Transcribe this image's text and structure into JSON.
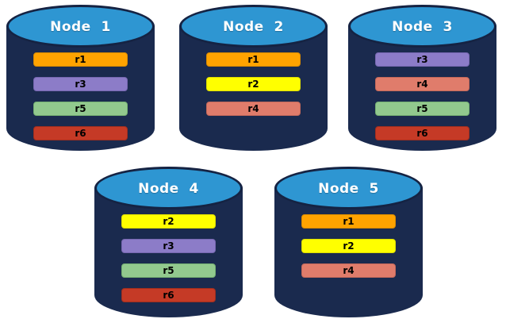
{
  "colors": {
    "background": "#FFFFFF",
    "cylinder_body": "#1A2A4E",
    "cylinder_top_fill": "#2E96D2",
    "cylinder_top_border": "#152343",
    "title_text": "#FFFFFF",
    "bar_text": "#000000"
  },
  "replicas": {
    "r1": {
      "label": "r1",
      "fill": "#FFA300",
      "border": "#D98A00"
    },
    "r2": {
      "label": "r2",
      "fill": "#FFFF00",
      "border": "#DDDD00"
    },
    "r3": {
      "label": "r3",
      "fill": "#8C7CC8",
      "border": "#7667B0"
    },
    "r4": {
      "label": "r4",
      "fill": "#E07C6B",
      "border": "#C2685A"
    },
    "r5": {
      "label": "r5",
      "fill": "#92C98E",
      "border": "#74AF72"
    },
    "r6": {
      "label": "r6",
      "fill": "#C53A26",
      "border": "#A02E1E"
    }
  },
  "nodes": [
    {
      "label": "Node  1",
      "replicas": [
        "r1",
        "r3",
        "r5",
        "r6"
      ]
    },
    {
      "label": "Node  2",
      "replicas": [
        "r1",
        "r2",
        "r4"
      ]
    },
    {
      "label": "Node  3",
      "replicas": [
        "r3",
        "r4",
        "r5",
        "r6"
      ]
    },
    {
      "label": "Node  4",
      "replicas": [
        "r2",
        "r3",
        "r5",
        "r6"
      ]
    },
    {
      "label": "Node  5",
      "replicas": [
        "r1",
        "r2",
        "r4"
      ]
    }
  ]
}
